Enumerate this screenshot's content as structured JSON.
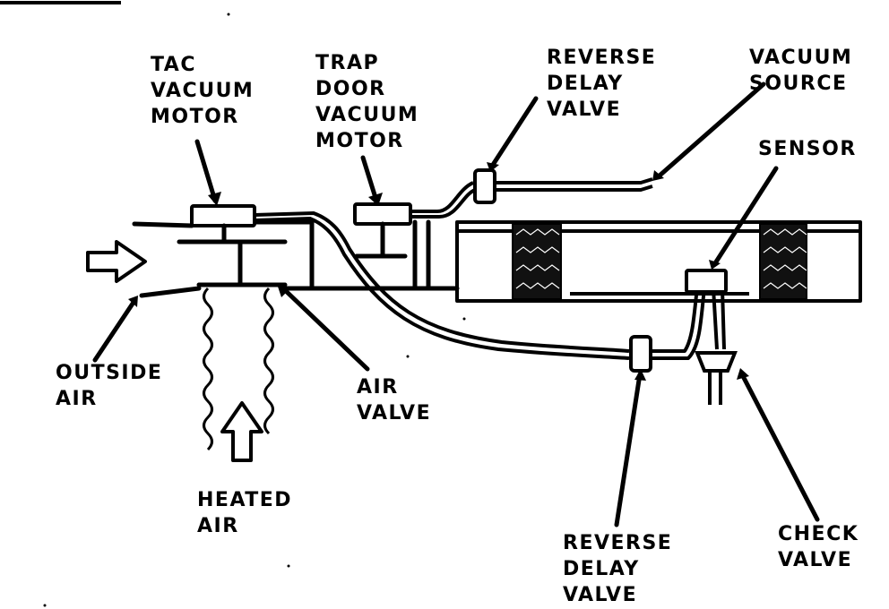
{
  "labels": {
    "tac_vacuum_motor": [
      "TAC",
      "VACUUM",
      "MOTOR"
    ],
    "trap_door_vacuum_motor": [
      "TRAP",
      "DOOR",
      "VACUUM",
      "MOTOR"
    ],
    "reverse_delay_valve_top": [
      "REVERSE",
      "DELAY",
      "VALVE"
    ],
    "vacuum_source": [
      "VACUUM",
      "SOURCE"
    ],
    "sensor": [
      "SENSOR"
    ],
    "outside_air": [
      "OUTSIDE",
      "AIR"
    ],
    "air_valve": [
      "AIR",
      "VALVE"
    ],
    "heated_air": [
      "HEATED",
      "AIR"
    ],
    "reverse_delay_valve_bottom": [
      "REVERSE",
      "DELAY",
      "VALVE"
    ],
    "check_valve": [
      "CHECK",
      "VALVE"
    ]
  }
}
